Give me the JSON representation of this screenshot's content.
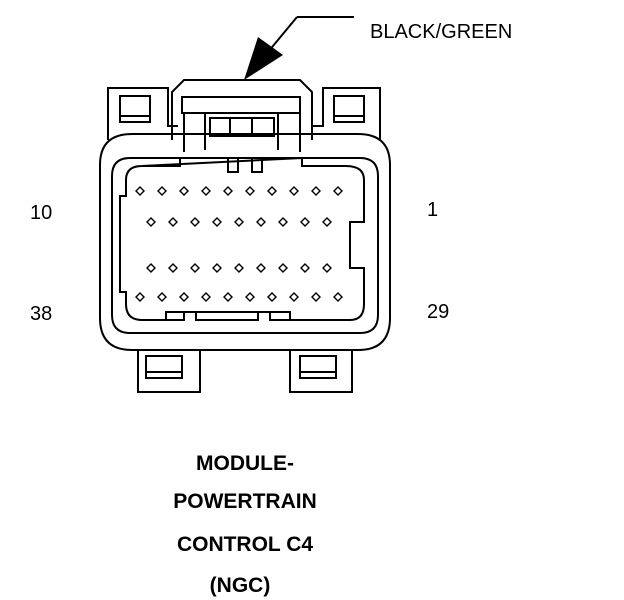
{
  "callout": {
    "text": "BLACK/GREEN"
  },
  "pins": {
    "top_left": "10",
    "top_right": "1",
    "bottom_left": "38",
    "bottom_right": "29"
  },
  "caption": {
    "line1": "MODULE-",
    "line2": "POWERTRAIN",
    "line3": "CONTROL C4",
    "line4": "(NGC)"
  },
  "colors": {
    "ink": "#000000",
    "background": "#ffffff"
  }
}
